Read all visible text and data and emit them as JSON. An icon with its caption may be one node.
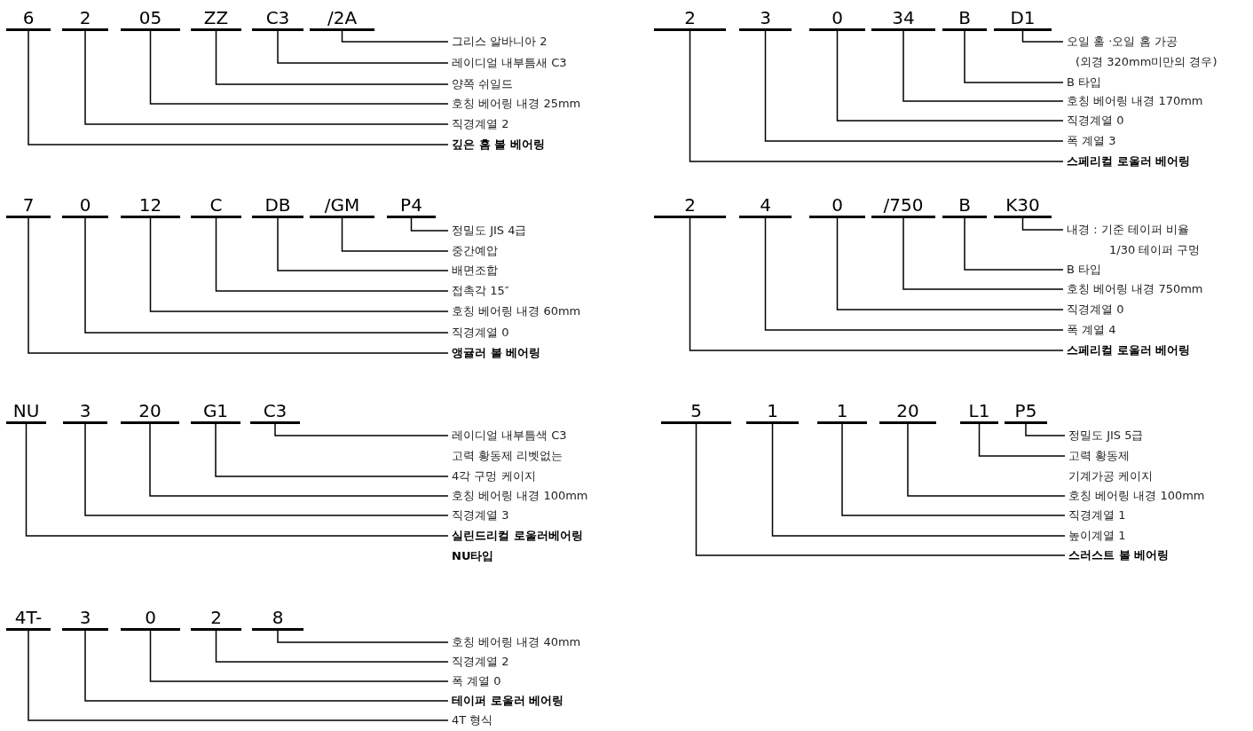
{
  "diagram": {
    "nodes": [
      {
        "text": [
          "6"
        ]
      },
      {
        "text": [
          "2"
        ]
      },
      {
        "text": [
          "05"
        ]
      },
      {
        "text": [
          "ZZ"
        ]
      },
      {
        "text": [
          "C3"
        ]
      },
      {
        "text": [
          "/2A"
        ]
      },
      {
        "text": [
          "그리스 알바니아 2"
        ]
      },
      {
        "text": [
          "레이디얼 내부틈새 C3"
        ]
      },
      {
        "text": [
          "양쪽 쉬일드"
        ]
      },
      {
        "text": [
          "호칭 베어링 내경 25mm"
        ]
      },
      {
        "text": [
          "직경계열 2"
        ]
      },
      {
        "text": [
          "깊은 홈 볼 베어링"
        ]
      },
      {
        "text": [
          "2"
        ]
      },
      {
        "text": [
          "3"
        ]
      },
      {
        "text": [
          "0"
        ]
      },
      {
        "text": [
          "34"
        ]
      },
      {
        "text": [
          "B"
        ]
      },
      {
        "text": [
          "D1"
        ]
      },
      {
        "text": [
          "오일 홀 ·오일 홈 가공 (외경 320mm미만의 경우)"
        ]
      },
      {
        "text": [
          "B 타입"
        ]
      },
      {
        "text": [
          "호칭 베어링 내경 170mm"
        ]
      },
      {
        "text": [
          "직경계열 0"
        ]
      },
      {
        "text": [
          "폭 계열 3"
        ]
      },
      {
        "text": [
          "스페리컬 로울러 베어링"
        ]
      },
      {
        "text": [
          "7"
        ]
      },
      {
        "text": [
          "0"
        ]
      },
      {
        "text": [
          "12"
        ]
      },
      {
        "text": [
          "C"
        ]
      },
      {
        "text": [
          "DB"
        ]
      },
      {
        "text": [
          "/GM"
        ]
      },
      {
        "text": [
          "P4"
        ]
      },
      {
        "text": [
          "정밀도 JIS 4급"
        ]
      },
      {
        "text": [
          "중간예압"
        ]
      },
      {
        "text": [
          "배면조합"
        ]
      },
      {
        "text": [
          "접촉각 15″"
        ]
      },
      {
        "text": [
          "호칭 베어링 내경 60mm"
        ]
      },
      {
        "text": [
          "직경계열 0"
        ]
      },
      {
        "text": [
          "앵귤러 볼 베어링"
        ]
      },
      {
        "text": [
          "2"
        ]
      },
      {
        "text": [
          "4"
        ]
      },
      {
        "text": [
          "0"
        ]
      },
      {
        "text": [
          "/750"
        ]
      },
      {
        "text": [
          "B"
        ]
      },
      {
        "text": [
          "K30"
        ]
      },
      {
        "text": [
          "내경 : 기준 테이퍼 비율 1/30 테이퍼 구멍"
        ]
      },
      {
        "text": [
          "B 타입"
        ]
      },
      {
        "text": [
          "호칭 베어링 내경 750mm"
        ]
      },
      {
        "text": [
          "직경계열 0"
        ]
      },
      {
        "text": [
          "폭 계열 4"
        ]
      },
      {
        "text": [
          "스페리컬 로울러 베어링"
        ]
      },
      {
        "text": [
          "NU"
        ]
      },
      {
        "text": [
          "3"
        ]
      },
      {
        "text": [
          "20"
        ]
      },
      {
        "text": [
          "G1"
        ]
      },
      {
        "text": [
          "C3"
        ]
      },
      {
        "text": [
          "레이디얼 내부틈색 C3"
        ]
      },
      {
        "text": [
          "고력 황동제 리벳없는 4각 구멍 케이지"
        ]
      },
      {
        "text": [
          "호칭 베어링 내경 100mm"
        ]
      },
      {
        "text": [
          "직경계열 3"
        ]
      },
      {
        "text": [
          "실린드리컬 로울러베어링 NU타입"
        ]
      },
      {
        "text": [
          "5"
        ]
      },
      {
        "text": [
          "1"
        ]
      },
      {
        "text": [
          "1"
        ]
      },
      {
        "text": [
          "20"
        ]
      },
      {
        "text": [
          "L1"
        ]
      },
      {
        "text": [
          "P5"
        ]
      },
      {
        "text": [
          "정밀도 JIS 5급"
        ]
      },
      {
        "text": [
          "고력 황동제 기계가공 케이지"
        ]
      },
      {
        "text": [
          "호칭 베어링 내경 100mm"
        ]
      },
      {
        "text": [
          "직경계열 1"
        ]
      },
      {
        "text": [
          "높이계열 1"
        ]
      },
      {
        "text": [
          "스러스트 볼 베어링"
        ]
      },
      {
        "text": [
          "4T-"
        ]
      },
      {
        "text": [
          "3"
        ]
      },
      {
        "text": [
          "0"
        ]
      },
      {
        "text": [
          "2"
        ]
      },
      {
        "text": [
          "8"
        ]
      },
      {
        "text": [
          "호칭 베어링 내경 40mm"
        ]
      },
      {
        "text": [
          "직경계열 2"
        ]
      },
      {
        "text": [
          "폭 계열 0"
        ]
      },
      {
        "text": [
          "테이퍼 로울러 베어링"
        ]
      },
      {
        "text": [
          "4T 형식"
        ]
      }
    ],
    "edges": [
      {
        "from": 5,
        "to": 6,
        "arrow": "none"
      },
      {
        "from": 4,
        "to": 7,
        "arrow": "none"
      },
      {
        "from": 3,
        "to": 8,
        "arrow": "none"
      },
      {
        "from": 2,
        "to": 9,
        "arrow": "none"
      },
      {
        "from": 1,
        "to": 10,
        "arrow": "none"
      },
      {
        "from": 0,
        "to": 11,
        "arrow": "none"
      },
      {
        "from": 17,
        "to": 18,
        "arrow": "none"
      },
      {
        "from": 16,
        "to": 19,
        "arrow": "none"
      },
      {
        "from": 15,
        "to": 20,
        "arrow": "none"
      },
      {
        "from": 14,
        "to": 21,
        "arrow": "none"
      },
      {
        "from": 13,
        "to": 22,
        "arrow": "none"
      },
      {
        "from": 12,
        "to": 23,
        "arrow": "none"
      },
      {
        "from": 30,
        "to": 31,
        "arrow": "none"
      },
      {
        "from": 29,
        "to": 32,
        "arrow": "none"
      },
      {
        "from": 28,
        "to": 33,
        "arrow": "none"
      },
      {
        "from": 27,
        "to": 34,
        "arrow": "none"
      },
      {
        "from": 26,
        "to": 35,
        "arrow": "none"
      },
      {
        "from": 25,
        "to": 36,
        "arrow": "none"
      },
      {
        "from": 24,
        "to": 37,
        "arrow": "none"
      },
      {
        "from": 43,
        "to": 44,
        "arrow": "none"
      },
      {
        "from": 42,
        "to": 45,
        "arrow": "none"
      },
      {
        "from": 41,
        "to": 46,
        "arrow": "none"
      },
      {
        "from": 40,
        "to": 47,
        "arrow": "none"
      },
      {
        "from": 39,
        "to": 48,
        "arrow": "none"
      },
      {
        "from": 38,
        "to": 49,
        "arrow": "none"
      },
      {
        "from": 54,
        "to": 55,
        "arrow": "none"
      },
      {
        "from": 53,
        "to": 56,
        "arrow": "none"
      },
      {
        "from": 52,
        "to": 57,
        "arrow": "none"
      },
      {
        "from": 51,
        "to": 58,
        "arrow": "none"
      },
      {
        "from": 50,
        "to": 59,
        "arrow": "none"
      },
      {
        "from": 65,
        "to": 66,
        "arrow": "none"
      },
      {
        "from": 64,
        "to": 67,
        "arrow": "none"
      },
      {
        "from": 63,
        "to": 68,
        "arrow": "none"
      },
      {
        "from": 62,
        "to": 69,
        "arrow": "none"
      },
      {
        "from": 61,
        "to": 70,
        "arrow": "none"
      },
      {
        "from": 60,
        "to": 71,
        "arrow": "none"
      },
      {
        "from": 76,
        "to": 77,
        "arrow": "none"
      },
      {
        "from": 75,
        "to": 78,
        "arrow": "none"
      },
      {
        "from": 74,
        "to": 79,
        "arrow": "none"
      },
      {
        "from": 73,
        "to": 80,
        "arrow": "none"
      },
      {
        "from": 72,
        "to": 81,
        "arrow": "none"
      }
    ]
  }
}
